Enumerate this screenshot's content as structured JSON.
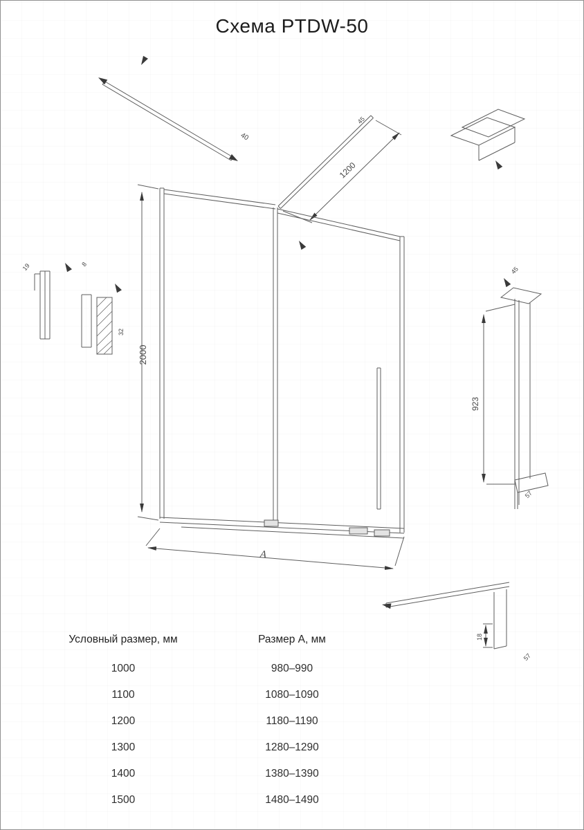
{
  "title": "Схема PTDW-50",
  "dims": {
    "width": "1200",
    "height": "2000",
    "profile_height": "923",
    "rail_height": "18",
    "bar": "40",
    "wall_a": "19",
    "wall_b": "8",
    "wall_c": "32",
    "bracket": "45",
    "profile_top": "45",
    "profile_bottom": "57",
    "rail_side": "57",
    "a_label": "A"
  },
  "table": {
    "headers": [
      "Условный размер, мм",
      "Размер А, мм"
    ],
    "rows": [
      [
        "1000",
        "980–990"
      ],
      [
        "1100",
        "1080–1090"
      ],
      [
        "1200",
        "1180–1190"
      ],
      [
        "1300",
        "1280–1290"
      ],
      [
        "1400",
        "1380–1390"
      ],
      [
        "1500",
        "1480–1490"
      ]
    ]
  }
}
